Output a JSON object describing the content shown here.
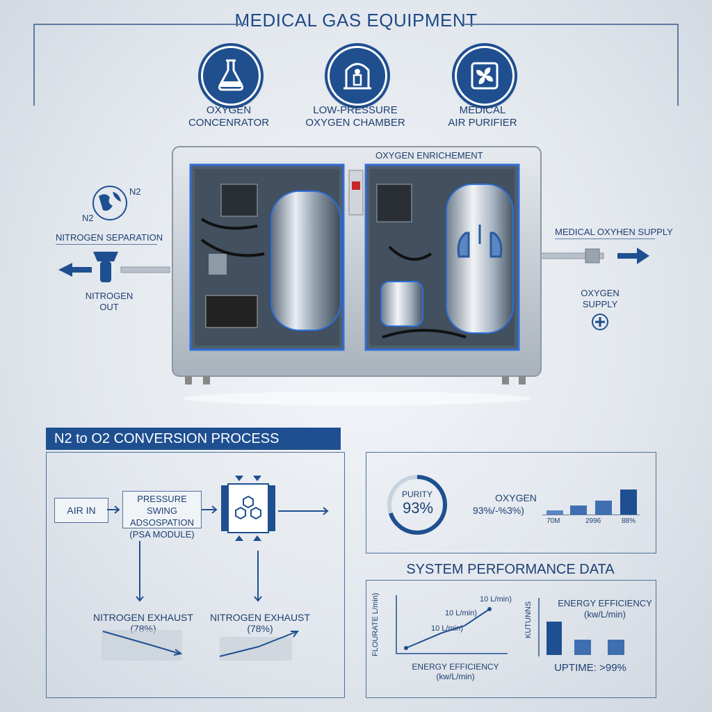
{
  "title": "MEDICAL GAS EQUIPMENT",
  "categories": [
    {
      "label_line1": "OXYGEN",
      "label_line2": "CONCENRATOR",
      "icon": "flask-icon"
    },
    {
      "label_line1": "LOW-PRESSURE",
      "label_line2": "OXYGEN CHAMBER",
      "icon": "person-chamber-icon"
    },
    {
      "label_line1": "MEDICAL",
      "label_line2": "AIR PURIFIER",
      "icon": "fan-icon"
    }
  ],
  "machine": {
    "enrichment_label": "OXYGEN ENRICHEMENT"
  },
  "left_side": {
    "n2_top": "N2",
    "n2_left": "N2",
    "separation_label": "NITROGEN SEPARATION",
    "out_line1": "NITROGEN",
    "out_line2": "OUT"
  },
  "right_side": {
    "supply_label": "MEDICAL OXYHEN SUPPLY",
    "oxygen_line1": "OXYGEN",
    "oxygen_line2": "SUPPLY"
  },
  "process": {
    "heading": "N2 to O2 CONVERSION PROCESS",
    "air_in": "AIR IN",
    "psa_line1": "PRESSURE SWING",
    "psa_line2": "ADSOSPATION",
    "psa_line3": "(PSA MODULE)",
    "exhaust1_line1": "NITROGEN EXHAUST",
    "exhaust1_line2": "(78%)",
    "exhaust2_line1": "NITROGEN EXHAUST",
    "exhaust2_line2": "(78%)"
  },
  "purity_panel": {
    "purity_label": "PURITY",
    "purity_value": "93%",
    "oxygen_label": "OXYGEN",
    "oxygen_range": "93%/-%3%)",
    "gauge_fraction": 0.7,
    "bar_labels": [
      "70M",
      "2996",
      "88%"
    ]
  },
  "performance": {
    "heading": "SYSTEM PERFORMANCE DATA",
    "y_axis": "FLOURATE L/min)",
    "pt1": "10 L/min)",
    "pt2": "10 L/min)",
    "pt3": "10 L/min)",
    "x_axis_line1": "ENERGY EFFICIENCY",
    "x_axis_line2": "(kw/L/min)",
    "bar_title_line1": "ENERGY EFFICIENCY",
    "bar_title_line2": "(kw/L/min)",
    "bar_y_axis": "KUTUNNS",
    "uptime": "UPTIME: >99%"
  },
  "colors": {
    "brand": "#1e4f90",
    "accent": "#2f6fd8",
    "steel": "#b8c1cb"
  }
}
